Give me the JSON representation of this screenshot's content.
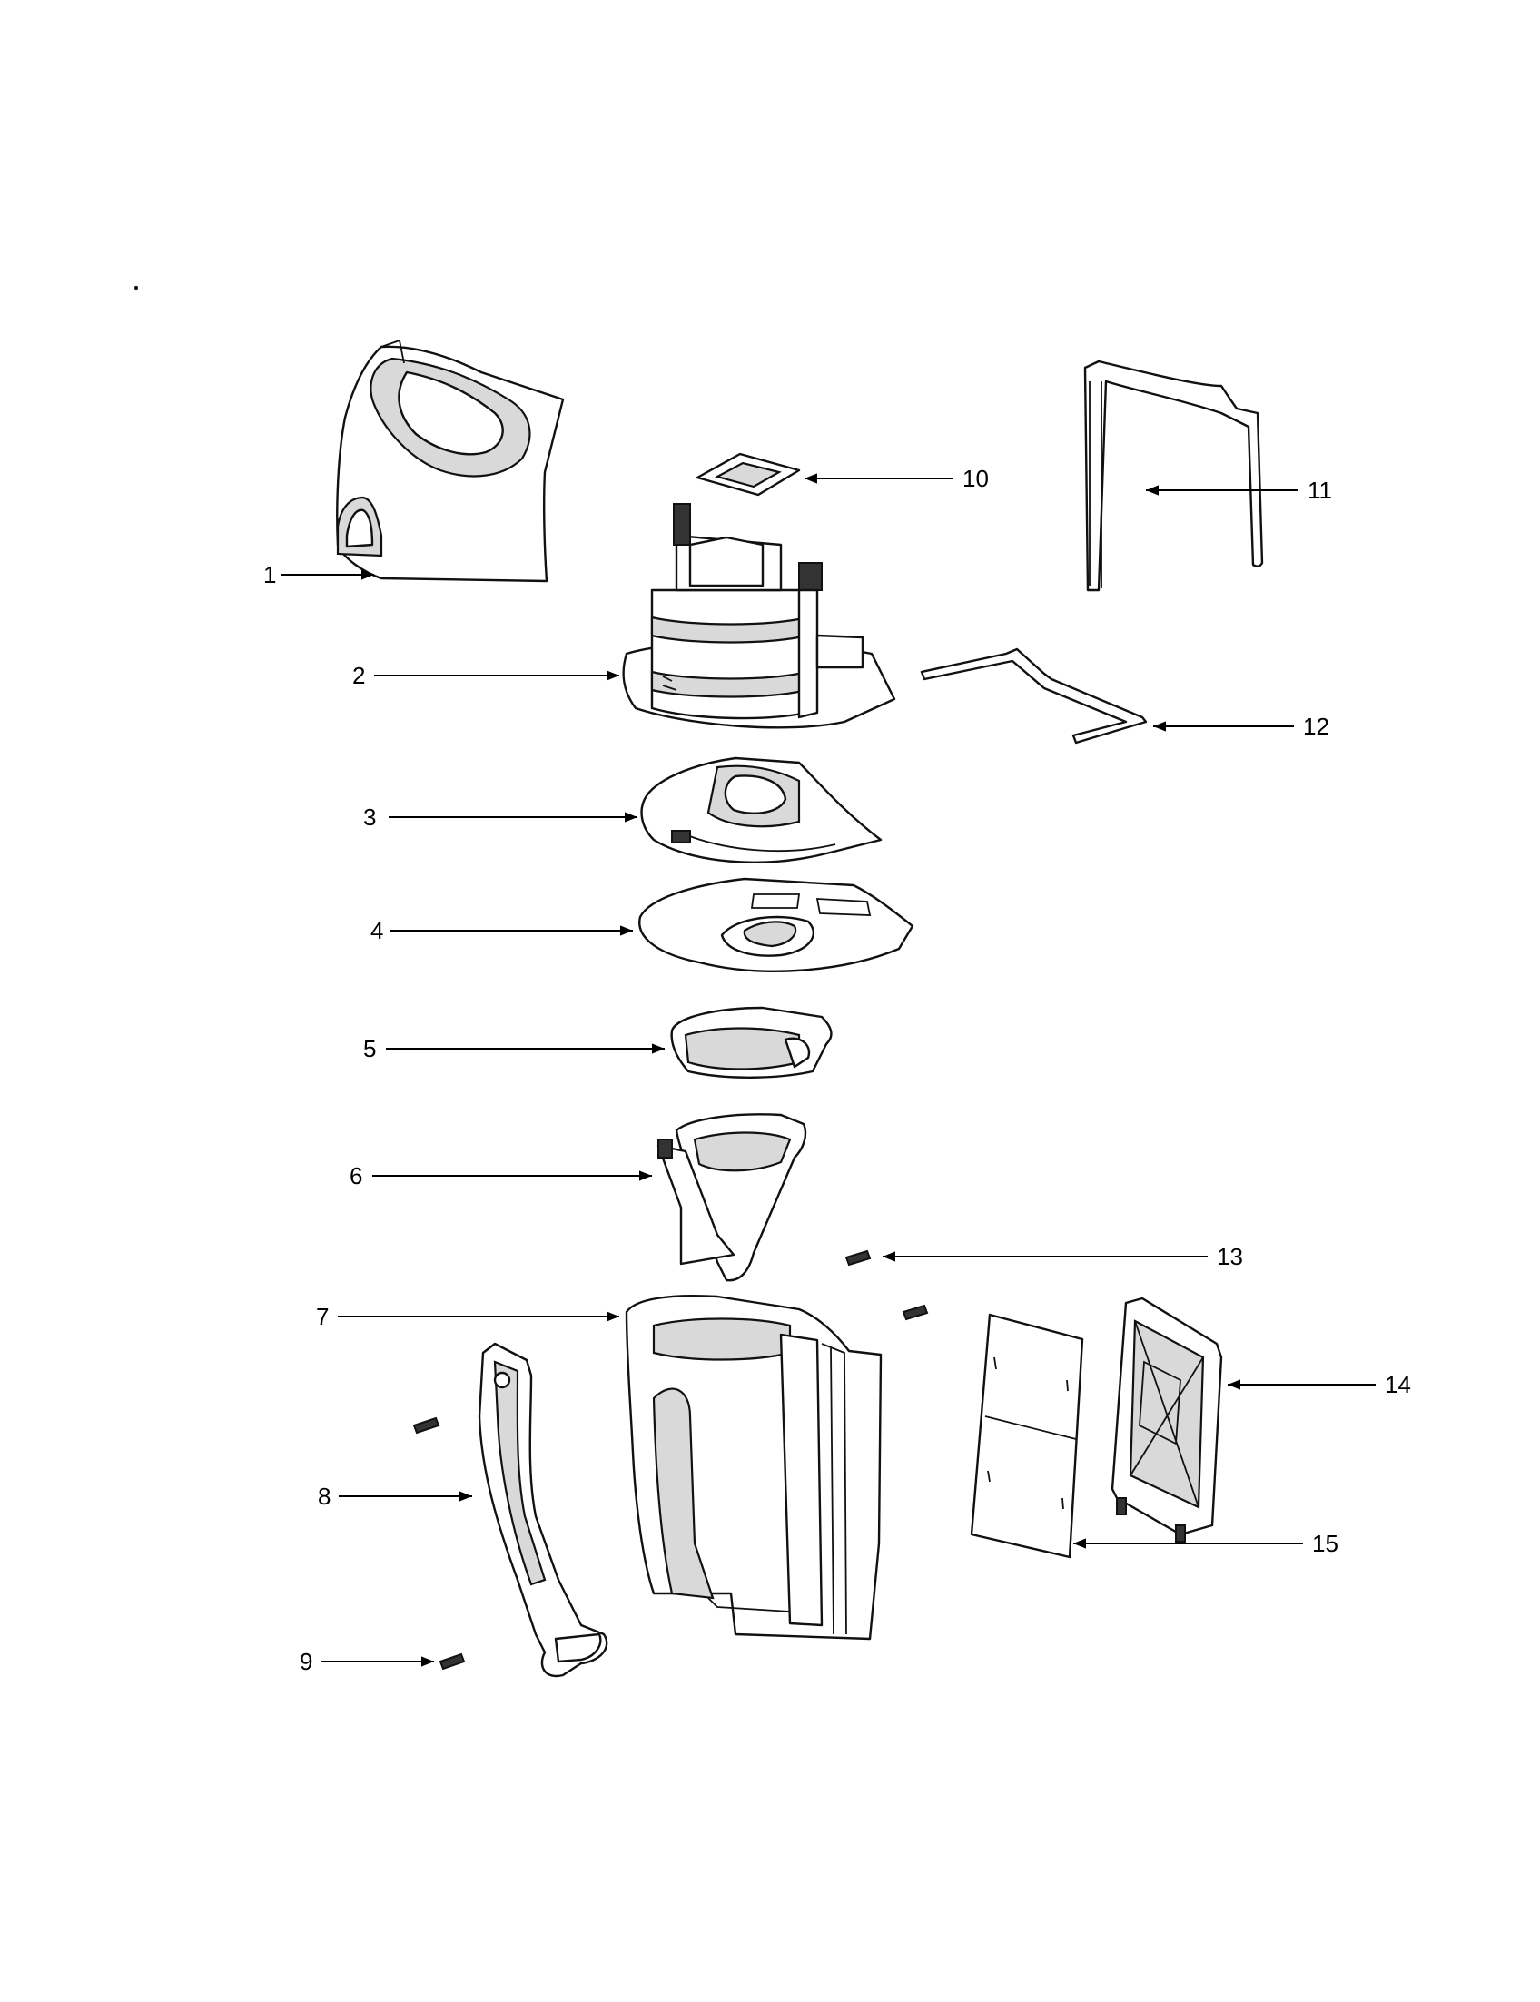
{
  "diagram": {
    "colors": {
      "ink": "#111111",
      "shade": "#d9d9d9",
      "paper": "#ffffff"
    },
    "callouts": [
      {
        "id": "1",
        "label": "1"
      },
      {
        "id": "2",
        "label": "2"
      },
      {
        "id": "3",
        "label": "3"
      },
      {
        "id": "4",
        "label": "4"
      },
      {
        "id": "5",
        "label": "5"
      },
      {
        "id": "6",
        "label": "6"
      },
      {
        "id": "7",
        "label": "7"
      },
      {
        "id": "8",
        "label": "8"
      },
      {
        "id": "9",
        "label": "9"
      },
      {
        "id": "10",
        "label": "10"
      },
      {
        "id": "11",
        "label": "11"
      },
      {
        "id": "12",
        "label": "12"
      },
      {
        "id": "13",
        "label": "13"
      },
      {
        "id": "14",
        "label": "14"
      },
      {
        "id": "15",
        "label": "15"
      }
    ]
  }
}
